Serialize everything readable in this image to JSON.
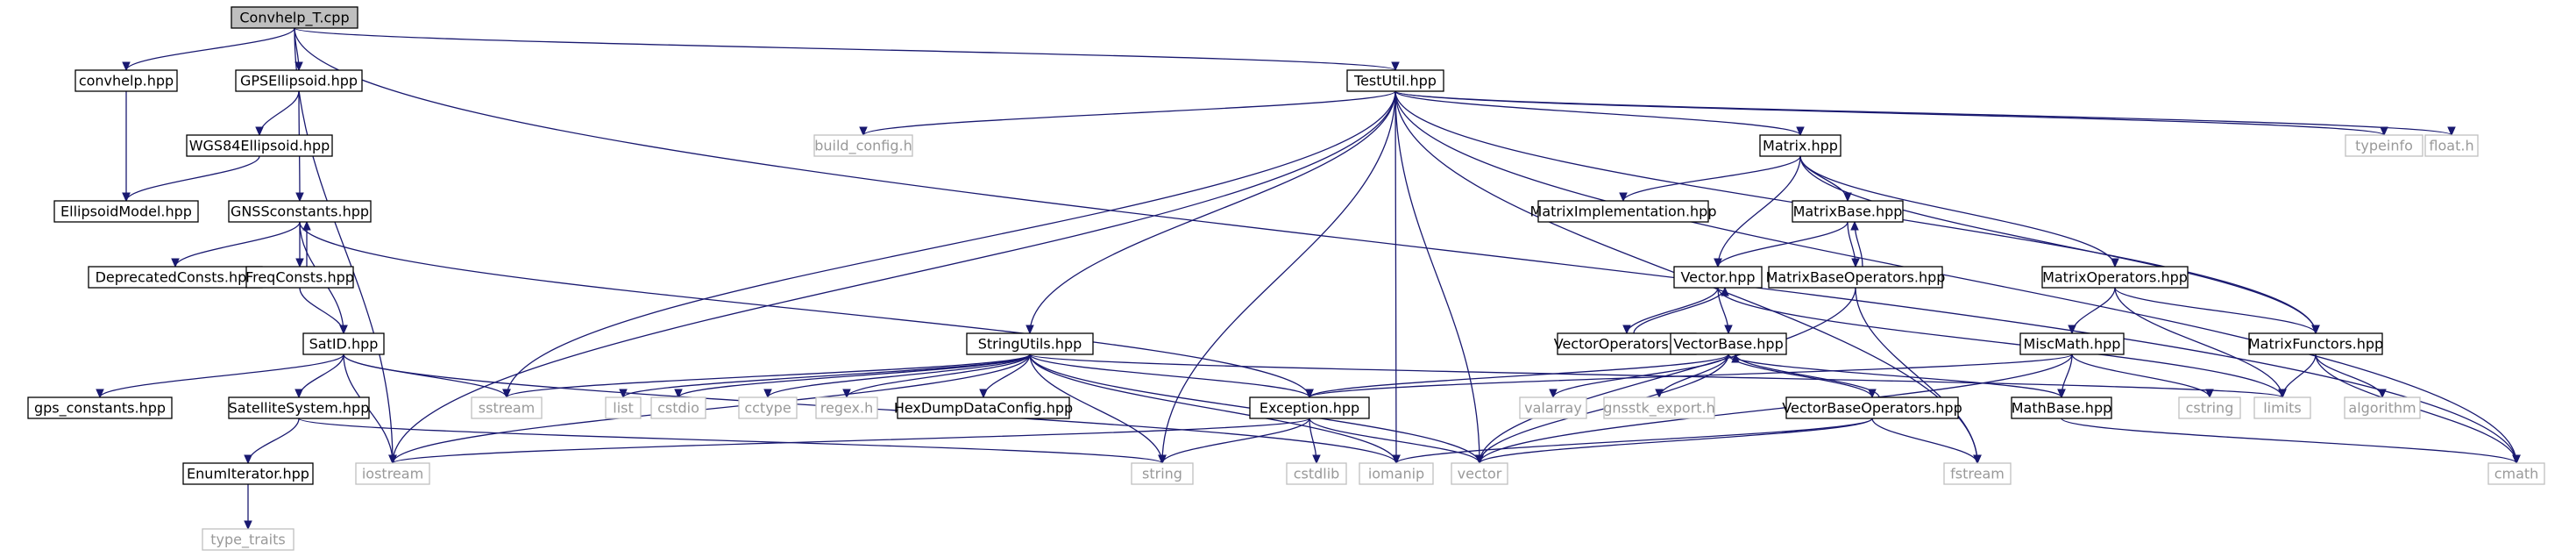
{
  "diagram": {
    "edge_color": "#191970",
    "root_fill": "#bfbfbf",
    "system_stroke": "#bfbfbf",
    "nodes": [
      {
        "id": "root",
        "label": "Convhelp_T.cpp",
        "kind": "root"
      },
      {
        "id": "convhelp",
        "label": "convhelp.hpp",
        "kind": "local"
      },
      {
        "id": "gpsell",
        "label": "GPSEllipsoid.hpp",
        "kind": "local"
      },
      {
        "id": "testutil",
        "label": "TestUtil.hpp",
        "kind": "local"
      },
      {
        "id": "wgs84",
        "label": "WGS84Ellipsoid.hpp",
        "kind": "local"
      },
      {
        "id": "ellmodel",
        "label": "EllipsoidModel.hpp",
        "kind": "local"
      },
      {
        "id": "gnssconst",
        "label": "GNSSconstants.hpp",
        "kind": "local"
      },
      {
        "id": "deprecated",
        "label": "DeprecatedConsts.hpp",
        "kind": "local"
      },
      {
        "id": "freqconsts",
        "label": "FreqConsts.hpp",
        "kind": "local"
      },
      {
        "id": "satid",
        "label": "SatID.hpp",
        "kind": "local"
      },
      {
        "id": "gpsconstants",
        "label": "gps_constants.hpp",
        "kind": "local"
      },
      {
        "id": "satsys",
        "label": "SatelliteSystem.hpp",
        "kind": "local"
      },
      {
        "id": "enumiter",
        "label": "EnumIterator.hpp",
        "kind": "local"
      },
      {
        "id": "typetraits",
        "label": "type_traits",
        "kind": "system"
      },
      {
        "id": "buildconfig",
        "label": "build_config.h",
        "kind": "system"
      },
      {
        "id": "matrix",
        "label": "Matrix.hpp",
        "kind": "local"
      },
      {
        "id": "matriximpl",
        "label": "MatrixImplementation.hpp",
        "kind": "local"
      },
      {
        "id": "matrixbase",
        "label": "MatrixBase.hpp",
        "kind": "local"
      },
      {
        "id": "matrixbaseops",
        "label": "MatrixBaseOperators.hpp",
        "kind": "local"
      },
      {
        "id": "vector",
        "label": "Vector.hpp",
        "kind": "local"
      },
      {
        "id": "vectorops",
        "label": "VectorOperators.hpp",
        "kind": "local"
      },
      {
        "id": "vectorbase",
        "label": "VectorBase.hpp",
        "kind": "local"
      },
      {
        "id": "vectorbaseops",
        "label": "VectorBaseOperators.hpp",
        "kind": "local"
      },
      {
        "id": "matrixops",
        "label": "MatrixOperators.hpp",
        "kind": "local"
      },
      {
        "id": "miscmath",
        "label": "MiscMath.hpp",
        "kind": "local"
      },
      {
        "id": "matrixfunctors",
        "label": "MatrixFunctors.hpp",
        "kind": "local"
      },
      {
        "id": "mathbase",
        "label": "MathBase.hpp",
        "kind": "local"
      },
      {
        "id": "stringutils",
        "label": "StringUtils.hpp",
        "kind": "local"
      },
      {
        "id": "exception",
        "label": "Exception.hpp",
        "kind": "local"
      },
      {
        "id": "hexdump",
        "label": "HexDumpDataConfig.hpp",
        "kind": "local"
      },
      {
        "id": "sstream",
        "label": "sstream",
        "kind": "system"
      },
      {
        "id": "list",
        "label": "list",
        "kind": "system"
      },
      {
        "id": "cstdio",
        "label": "cstdio",
        "kind": "system"
      },
      {
        "id": "cctype",
        "label": "cctype",
        "kind": "system"
      },
      {
        "id": "regex",
        "label": "regex.h",
        "kind": "system"
      },
      {
        "id": "valarray",
        "label": "valarray",
        "kind": "system"
      },
      {
        "id": "gnsstkexport",
        "label": "gnsstk_export.h",
        "kind": "system"
      },
      {
        "id": "cstring",
        "label": "cstring",
        "kind": "system"
      },
      {
        "id": "limits",
        "label": "limits",
        "kind": "system"
      },
      {
        "id": "algorithm",
        "label": "algorithm",
        "kind": "system"
      },
      {
        "id": "typeinfo",
        "label": "typeinfo",
        "kind": "system"
      },
      {
        "id": "floath",
        "label": "float.h",
        "kind": "system"
      },
      {
        "id": "iostream",
        "label": "iostream",
        "kind": "system"
      },
      {
        "id": "string",
        "label": "string",
        "kind": "system"
      },
      {
        "id": "cstdlib",
        "label": "cstdlib",
        "kind": "system"
      },
      {
        "id": "iomanip",
        "label": "iomanip",
        "kind": "system"
      },
      {
        "id": "vectorstd",
        "label": "vector",
        "kind": "system"
      },
      {
        "id": "fstream",
        "label": "fstream",
        "kind": "system"
      },
      {
        "id": "cmath",
        "label": "cmath",
        "kind": "system"
      }
    ],
    "edges": [
      [
        "root",
        "convhelp"
      ],
      [
        "root",
        "gpsell"
      ],
      [
        "root",
        "testutil"
      ],
      [
        "root",
        "iostream"
      ],
      [
        "root",
        "cmath"
      ],
      [
        "convhelp",
        "ellmodel"
      ],
      [
        "gpsell",
        "wgs84"
      ],
      [
        "gpsell",
        "gnssconst"
      ],
      [
        "wgs84",
        "ellmodel"
      ],
      [
        "gnssconst",
        "deprecated"
      ],
      [
        "gnssconst",
        "freqconsts"
      ],
      [
        "gnssconst",
        "satid"
      ],
      [
        "gnssconst",
        "exception"
      ],
      [
        "freqconsts",
        "gnssconst"
      ],
      [
        "freqconsts",
        "satid"
      ],
      [
        "satid",
        "gpsconstants"
      ],
      [
        "satid",
        "satsys"
      ],
      [
        "satid",
        "iostream"
      ],
      [
        "satid",
        "sstream"
      ],
      [
        "satid",
        "iomanip"
      ],
      [
        "satsys",
        "enumiter"
      ],
      [
        "satsys",
        "string"
      ],
      [
        "enumiter",
        "typetraits"
      ],
      [
        "testutil",
        "buildconfig"
      ],
      [
        "testutil",
        "matrix"
      ],
      [
        "testutil",
        "stringutils"
      ],
      [
        "testutil",
        "sstream"
      ],
      [
        "testutil",
        "iostream"
      ],
      [
        "testutil",
        "string"
      ],
      [
        "testutil",
        "iomanip"
      ],
      [
        "testutil",
        "vectorstd"
      ],
      [
        "testutil",
        "fstream"
      ],
      [
        "testutil",
        "typeinfo"
      ],
      [
        "testutil",
        "floath"
      ],
      [
        "testutil",
        "cmath"
      ],
      [
        "testutil",
        "matrixfunctors"
      ],
      [
        "matrix",
        "matriximpl"
      ],
      [
        "matrix",
        "matrixbase"
      ],
      [
        "matrix",
        "vector"
      ],
      [
        "matrix",
        "matrixops"
      ],
      [
        "matrix",
        "matrixfunctors"
      ],
      [
        "matrixbase",
        "vector"
      ],
      [
        "matrixbase",
        "matrixbaseops"
      ],
      [
        "matrixbaseops",
        "matrixbase"
      ],
      [
        "matrixbaseops",
        "vectorstd"
      ],
      [
        "matrixbaseops",
        "fstream"
      ],
      [
        "vector",
        "vectorops"
      ],
      [
        "vector",
        "vectorbase"
      ],
      [
        "vector",
        "limits"
      ],
      [
        "vectorops",
        "vector"
      ],
      [
        "vectorbase",
        "exception"
      ],
      [
        "vectorbase",
        "valarray"
      ],
      [
        "vectorbase",
        "gnsstkexport"
      ],
      [
        "vectorbase",
        "vectorbaseops"
      ],
      [
        "vectorbase",
        "mathbase"
      ],
      [
        "vectorbase",
        "vectorstd"
      ],
      [
        "vectorbaseops",
        "vectorbase"
      ],
      [
        "vectorbaseops",
        "iomanip"
      ],
      [
        "vectorbaseops",
        "vectorstd"
      ],
      [
        "vectorbaseops",
        "fstream"
      ],
      [
        "matrixops",
        "miscmath"
      ],
      [
        "matrixops",
        "matrixfunctors"
      ],
      [
        "matrixops",
        "limits"
      ],
      [
        "miscmath",
        "mathbase"
      ],
      [
        "miscmath",
        "cstring"
      ],
      [
        "miscmath",
        "vectorstd"
      ],
      [
        "miscmath",
        "exception"
      ],
      [
        "matrixfunctors",
        "limits"
      ],
      [
        "matrixfunctors",
        "algorithm"
      ],
      [
        "matrixfunctors",
        "cmath"
      ],
      [
        "mathbase",
        "cmath"
      ],
      [
        "stringutils",
        "sstream"
      ],
      [
        "stringutils",
        "list"
      ],
      [
        "stringutils",
        "cstdio"
      ],
      [
        "stringutils",
        "cctype"
      ],
      [
        "stringutils",
        "regex"
      ],
      [
        "stringutils",
        "hexdump"
      ],
      [
        "stringutils",
        "exception"
      ],
      [
        "stringutils",
        "iostream"
      ],
      [
        "stringutils",
        "string"
      ],
      [
        "stringutils",
        "iomanip"
      ],
      [
        "stringutils",
        "vectorstd"
      ],
      [
        "stringutils",
        "limits"
      ],
      [
        "exception",
        "iostream"
      ],
      [
        "exception",
        "string"
      ],
      [
        "exception",
        "cstdlib"
      ],
      [
        "exception",
        "vectorstd"
      ]
    ]
  }
}
